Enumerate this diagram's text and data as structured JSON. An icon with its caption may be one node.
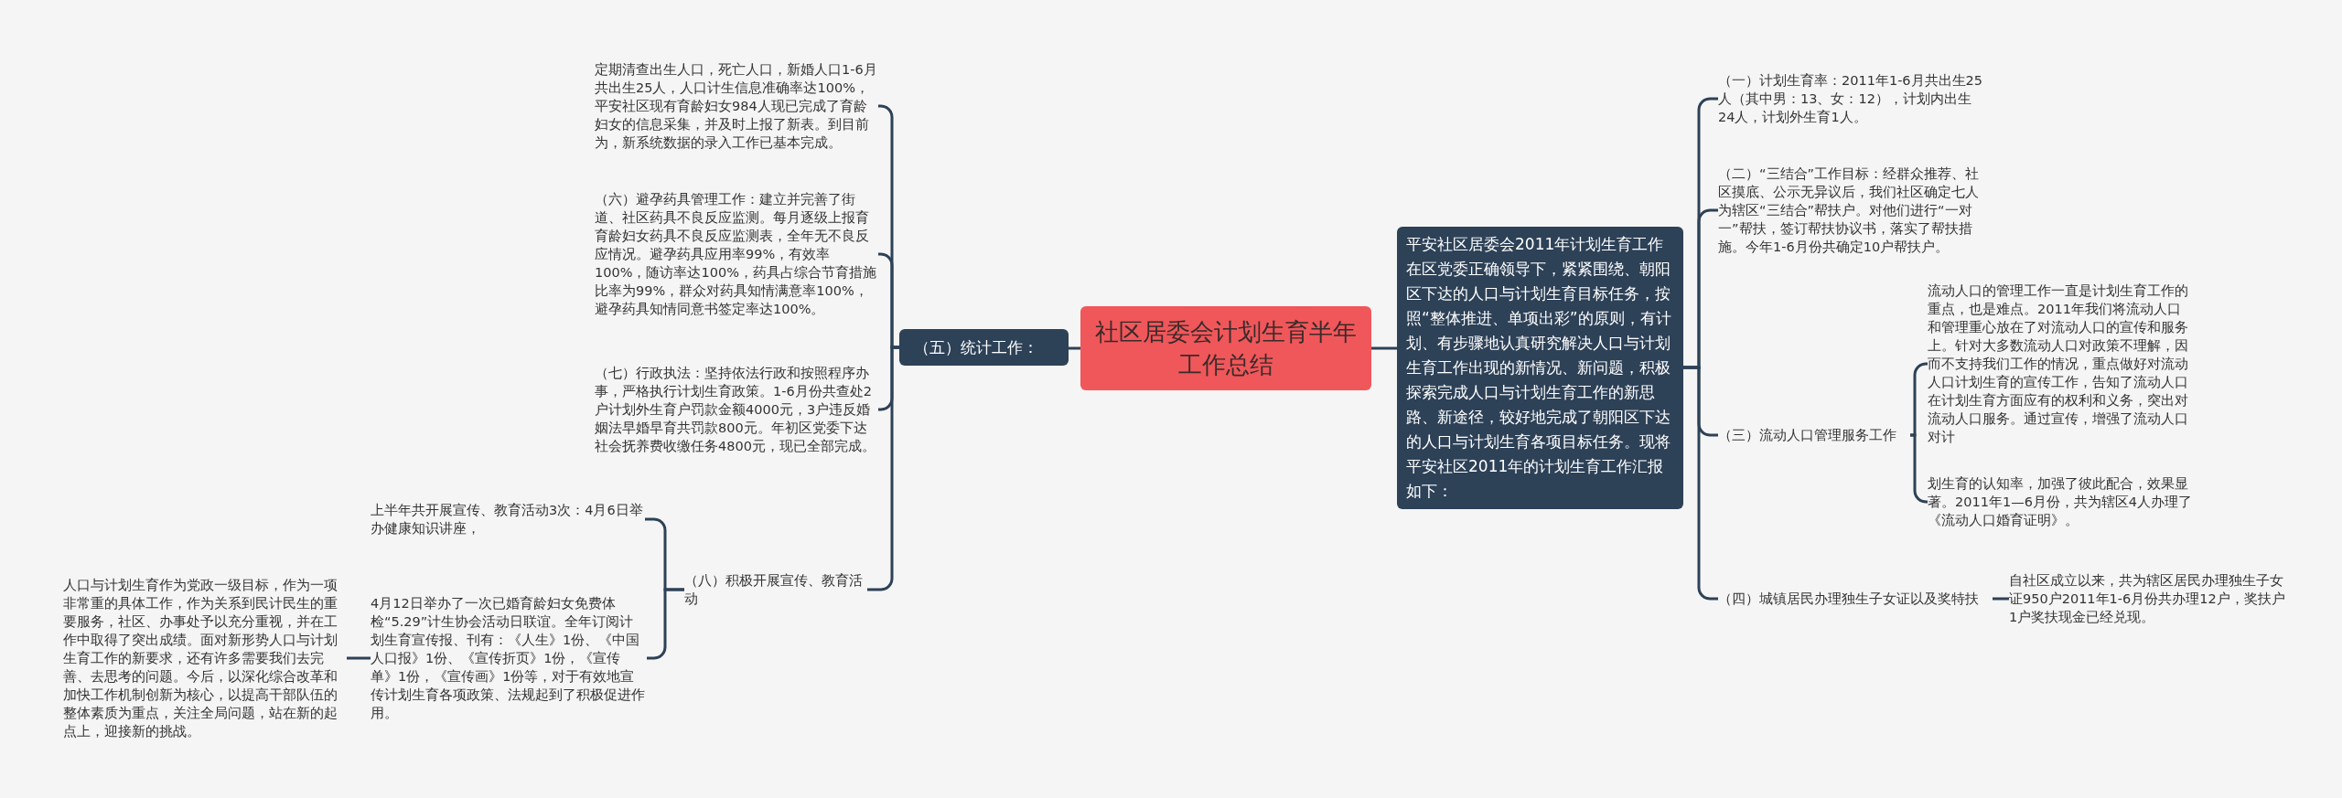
{
  "diagram": {
    "nodes": [
      {
        "text": [
          "社区居委会计划生育半年工作总结"
        ]
      },
      {
        "text": [
          "（五）统计工作："
        ]
      },
      {
        "text": [
          "定期清查出生人口，死亡人口，新婚人口1-6月共出生25人，人口计生信息准确率达100%，平安社区现有育龄妇女984人现已完成了育龄妇女的信息采集，并及时上报了新表。到目前为，新系统数据的录入工作已基本完成。"
        ]
      },
      {
        "text": [
          "（六）避孕药具管理工作：建立并完善了街道、社区药具不良反应监测。每月逐级上报育育龄妇女药具不良反应监测表，全年无不良反应情况。避孕药具应用率99%，有效率100%，随访率达100%，药具占综合节育措施比率为99%，群众对药具知情满意率100%，避孕药具知情同意书签定率达100%。"
        ]
      },
      {
        "text": [
          "（七）行政执法：坚持依法行政和按照程序办事，严格执行计划生育政策。1-6月份共查处2户计划外生育户罚款金额4000元，3户违反婚姻法早婚早育共罚款800元。年初区党委下达社会抚养费收缴任务4800元，现已全部完成。"
        ]
      },
      {
        "text": [
          "（八）积极开展宣传、教育活动"
        ]
      },
      {
        "text": [
          "上半年共开展宣传、教育活动3次：4月6日举办健康知识讲座，"
        ]
      },
      {
        "text": [
          "4月12日举办了一次已婚育龄妇女免费体检“5.29”计生协会活动日联谊。全年订阅计划生育宣传报、刊有：《人生》1份、《中国人口报》1份、《宣传折页》1份，《宣传单》1份，《宣传画》1份等，对于有效地宣传计划生育各项政策、法规起到了积极促进作用。"
        ]
      },
      {
        "text": [
          "人口与计划生育作为党政一级目标，作为一项非常重的具体工作，作为关系到民计民生的重要服务，社区、办事处予以充分重视，并在工作中取得了突出成绩。面对新形势人口与计划生育工作的新要求，还有许多需要我们去完善、去思考的问题。今后，以深化综合改革和加快工作机制创新为核心，以提高干部队伍的整体素质为重点，关注全局问题，站在新的起点上，迎接新的挑战。"
        ]
      },
      {
        "text": [
          "平安社区居委会2011年计划生育工作在区党委正确领导下，紧紧围绕、朝阳区下达的人口与计划生育目标任务，按照“整体推进、单项出彩”的原则，有计划、有步骤地认真研究解决人口与计划生育工作出现的新情况、新问题，积极探索完成人口与计划生育工作的新思路、新途径，较好地完成了朝阳区下达的人口与计划生育各项目标任务。现将平安社区2011年的计划生育工作汇报如下："
        ]
      },
      {
        "text": [
          "（一）计划生育率：2011年1-6月共出生25人（其中男：13、女：12），计划内出生24人，计划外生育1人。"
        ]
      },
      {
        "text": [
          "（二）“三结合”工作目标：经群众推荐、社区摸底、公示无异议后，我们社区确定七人为辖区“三结合”帮扶户。对他们进行“一对一”帮扶，签订帮扶协议书，落实了帮扶措施。今年1-6月份共确定10户帮扶户。"
        ]
      },
      {
        "text": [
          "（三）流动人口管理服务工作"
        ]
      },
      {
        "text": [
          "流动人口的管理工作一直是计划生育工作的重点，也是难点。2011年我们将流动人口和管理重心放在了对流动人口的宣传和服务上。针对大多数流动人口对政策不理解，因而不支持我们工作的情况，重点做好对流动人口计划生育的宣传工作，告知了流动人口在计划生育方面应有的权利和义务，突出对流动人口服务。通过宣传，增强了流动人口对计"
        ]
      },
      {
        "text": [
          "划生育的认知率，加强了彼此配合，效果显著。2011年1—6月份，共为辖区4人办理了《流动人口婚育证明》。"
        ]
      },
      {
        "text": [
          "（四）城镇居民办理独生子女证以及奖特扶"
        ]
      },
      {
        "text": [
          "自社区成立以来，共为辖区居民办理独生子女证950户2011年1-6月份共办理12户，奖扶户1户奖扶现金已经兑现。"
        ]
      }
    ],
    "edges": [
      {
        "from": 0,
        "to": 1,
        "arrow": "none"
      },
      {
        "from": 0,
        "to": 9,
        "arrow": "none"
      },
      {
        "from": 1,
        "to": 2,
        "arrow": "none"
      },
      {
        "from": 1,
        "to": 3,
        "arrow": "none"
      },
      {
        "from": 1,
        "to": 4,
        "arrow": "none"
      },
      {
        "from": 1,
        "to": 5,
        "arrow": "none"
      },
      {
        "from": 5,
        "to": 6,
        "arrow": "none"
      },
      {
        "from": 5,
        "to": 7,
        "arrow": "none"
      },
      {
        "from": 7,
        "to": 8,
        "arrow": "none"
      },
      {
        "from": 9,
        "to": 10,
        "arrow": "none"
      },
      {
        "from": 9,
        "to": 11,
        "arrow": "none"
      },
      {
        "from": 9,
        "to": 12,
        "arrow": "none"
      },
      {
        "from": 9,
        "to": 15,
        "arrow": "none"
      },
      {
        "from": 12,
        "to": 13,
        "arrow": "none"
      },
      {
        "from": 12,
        "to": 14,
        "arrow": "none"
      },
      {
        "from": 15,
        "to": 16,
        "arrow": "none"
      }
    ]
  }
}
